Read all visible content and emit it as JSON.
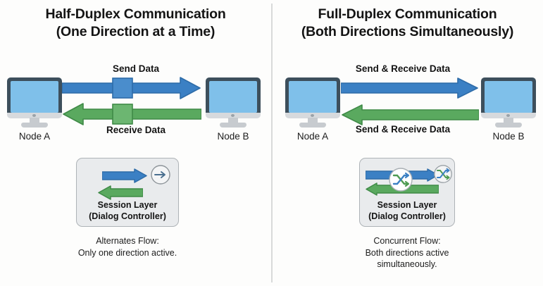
{
  "diagram": {
    "background_color": "#fdfdfc",
    "divider_color": "#d8dada",
    "blue": "#3b80c4",
    "blue_dark": "#2e6ca8",
    "green": "#5aa95f",
    "green_dark": "#3f8a47",
    "monitor_bezel": "#3d4f5c",
    "monitor_screen": "#7fc0ea",
    "box_fill": "#e9ebed",
    "box_border": "#aeb3b7"
  },
  "left_panel": {
    "title_line1": "Half-Duplex Communication",
    "title_line2": "(One Direction at a Time)",
    "top_flow_label": "Send Data",
    "bottom_flow_label": "Receive Data",
    "node_a_label": "Node A",
    "node_b_label": "Node B",
    "session_box": {
      "line1": "Session Layer",
      "line2": "(Dialog Controller)",
      "badge_icon": "circled-right-arrow-icon",
      "arrow_right_icon": "blue-right-arrow-icon",
      "arrow_left_icon": "green-left-arrow-icon"
    },
    "caption": {
      "line1": "Alternates Flow:",
      "line2": "Only one direction active.",
      "line3": ""
    }
  },
  "right_panel": {
    "title_line1": "Full-Duplex Communication",
    "title_line2": "(Both Directions Simultaneously)",
    "top_flow_label": "Send & Receive Data",
    "bottom_flow_label": "Send & Receive Data",
    "node_a_label": "Node A",
    "node_b_label": "Node B",
    "session_box": {
      "line1": "Session Layer",
      "line2": "(Dialog Controller)",
      "badge_icon": "circled-shuffle-icon",
      "center_icon": "shuffle-icon",
      "arrow_right_icon": "blue-right-arrow-icon",
      "arrow_left_icon": "green-left-arrow-icon"
    },
    "caption": {
      "line1": "Concurrent Flow:",
      "line2": "Both directions active",
      "line3": "simultaneously."
    }
  }
}
